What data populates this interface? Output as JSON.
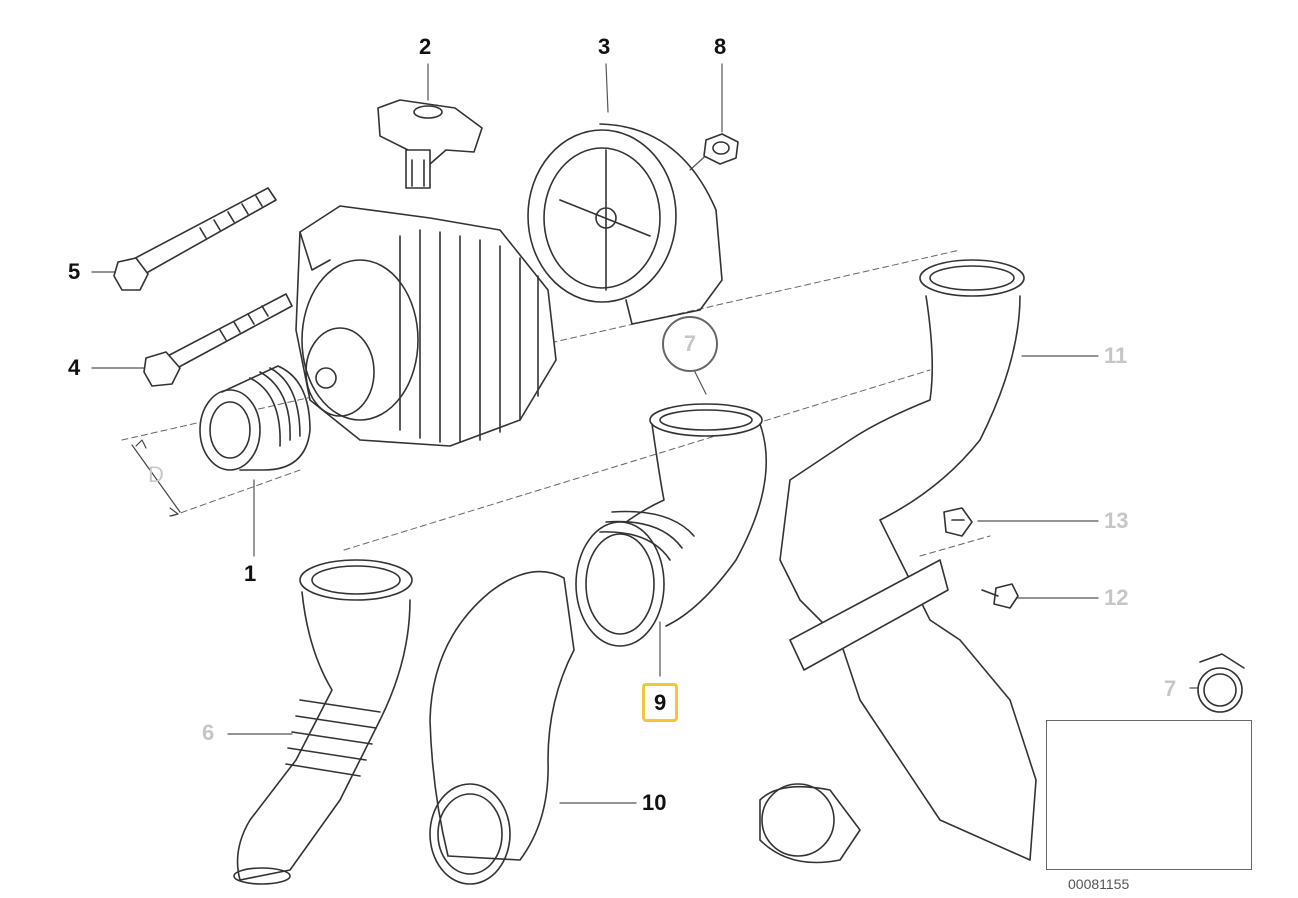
{
  "diagram": {
    "part_numbers": {
      "p1": "1",
      "p2": "2",
      "p3": "3",
      "p4": "4",
      "p5": "5",
      "p6": "6",
      "p7_circle": "7",
      "p7_clamp": "7",
      "p8": "8",
      "p9": "9",
      "p10": "10",
      "p11": "11",
      "p12": "12",
      "p13": "13"
    },
    "dimension_label": "D",
    "drawing_code": "00081155",
    "highlighted_part": "9",
    "colors": {
      "highlight": "#f2c53d",
      "line": "#333333",
      "grey_label": "#c6c6c6"
    }
  }
}
